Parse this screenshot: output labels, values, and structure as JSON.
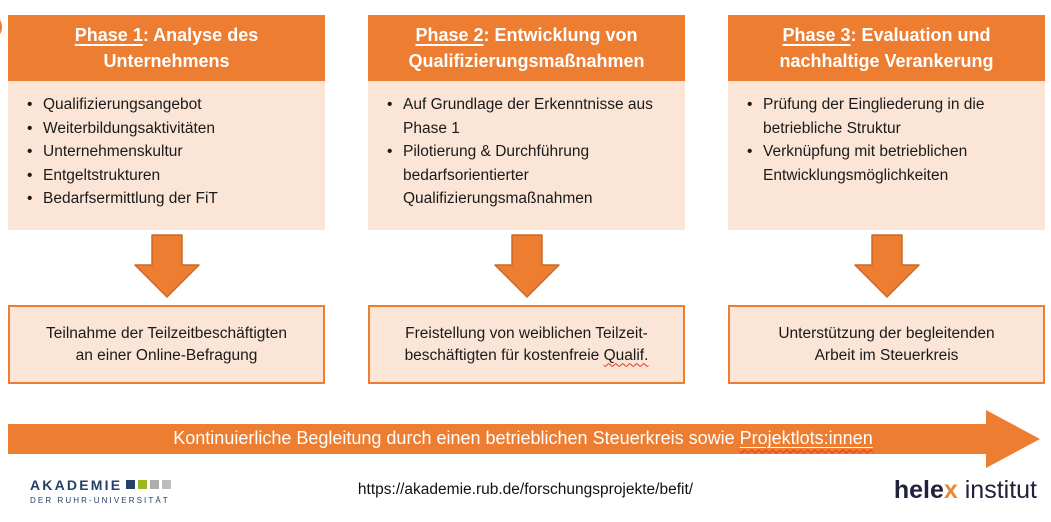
{
  "colors": {
    "orange": "#ED7D31",
    "orange_arrow_stroke": "#C96A28",
    "peach_fill": "#FBE5D6",
    "header_text": "#FFFFFF",
    "body_text": "#1A1A1A",
    "spellcheck_red": "#E5341F",
    "akademie_navy": "#24406B",
    "akademie_green": "#9ABB1E",
    "akademie_gray": "#ADADAD",
    "helex_dark": "#21213B",
    "helex_orange": "#EE8A2E"
  },
  "phases": [
    {
      "header": {
        "phase_label": "Phase 1",
        "line1_rest": ": Analyse des",
        "line2": "Unternehmens"
      },
      "bullets": [
        "Qualifizierungsangebot",
        "Weiterbildungsaktivitäten",
        "Unternehmenskultur",
        "Entgeltstrukturen",
        "Bedarfsermittlung der FiT"
      ],
      "result": {
        "line1": "Teilnahme der Teilzeitbeschäftigten",
        "line2": "an einer Online-Befragung",
        "spell": ""
      }
    },
    {
      "header": {
        "phase_label": "Phase 2",
        "line1_rest": ": Entwicklung von",
        "line2": "Qualifizierungsmaßnahmen"
      },
      "bullets": [
        "Auf Grundlage der Erkenntnisse aus Phase 1",
        "Pilotierung & Durchführung bedarfsorientierter Qualifizierungsmaßnahmen"
      ],
      "result": {
        "line1": "Freistellung von weiblichen Teilzeit-",
        "line2": "beschäftigten für kostenfreie ",
        "spell": "Qualif."
      }
    },
    {
      "header": {
        "phase_label": "Phase 3",
        "line1_rest": ": Evaluation und",
        "line2": "nachhaltige Verankerung"
      },
      "bullets": [
        "Prüfung der Eingliederung in die betriebliche Struktur",
        "Verknüpfung mit betrieblichen Entwicklungsmöglichkeiten"
      ],
      "result": {
        "line1": "Unterstützung der begleitenden",
        "line2": "Arbeit im Steuerkreis",
        "spell": ""
      }
    }
  ],
  "banner": {
    "text": "Kontinuierliche Begleitung durch einen betrieblichen Steuerkreis sowie ",
    "underlined_word": "Projektlots:innen"
  },
  "footer": {
    "url": "https://akademie.rub.de/forschungsprojekte/befit/",
    "akademie_logo": {
      "line1": "AKADEMIE",
      "line2": "DER RUHR-UNIVERSITÄT"
    },
    "helex_logo": {
      "part1": "hele",
      "part2": "x",
      "part3": " institut"
    }
  }
}
